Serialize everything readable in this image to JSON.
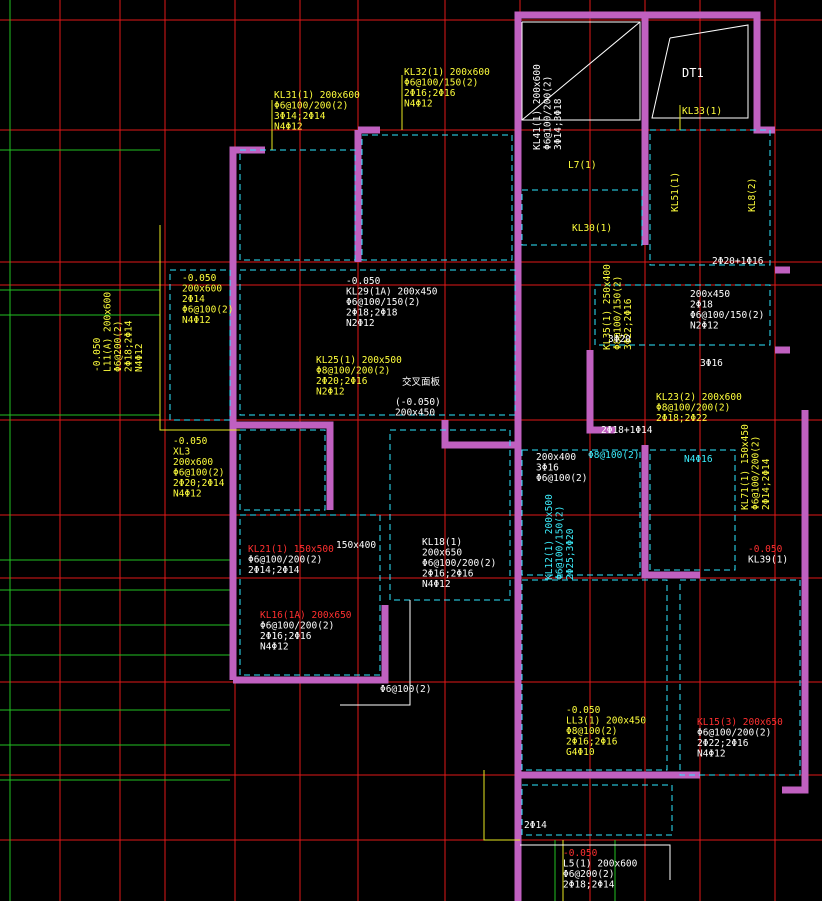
{
  "drawing": {
    "elevator_label": "DT1",
    "beams": [
      {
        "lines": [
          "KL32(1) 200x600",
          "Φ6@100/150(2)",
          "2Φ16;2Φ16",
          "N4Φ12"
        ]
      },
      {
        "lines": [
          "KL31(1) 200x600",
          "Φ6@100/200(2)",
          "3Φ14;2Φ14",
          "N4Φ12"
        ]
      },
      {
        "lines": [
          "KL41(1) 200x600",
          "Φ6@100/200(2)",
          "3Φ14;3Φ18"
        ]
      },
      {
        "lines": [
          "KL33(1)"
        ]
      },
      {
        "lines": [
          "L7(1)"
        ]
      },
      {
        "lines": [
          "KL51(1)"
        ]
      },
      {
        "lines": [
          "KL8(2)"
        ]
      },
      {
        "lines": [
          "KL30(1)"
        ]
      },
      {
        "lines": [
          "2Φ20+1Φ16"
        ]
      },
      {
        "lines": [
          "200x450",
          "2Φ18",
          "Φ6@100/150(2)",
          "N2Φ12"
        ]
      },
      {
        "lines": [
          "KL35(1) 250x400",
          "Φ8@100/150(2)",
          "3Φ22;2Φ16"
        ]
      },
      {
        "lines": [
          "-0.050",
          "200x600",
          "2Φ14",
          "Φ6@100(2)",
          "N4Φ12"
        ]
      },
      {
        "lines": [
          "-0.050",
          "KL29(1A) 200x450",
          "Φ6@100/150(2)",
          "2Φ18;2Φ18",
          "N2Φ12"
        ]
      },
      {
        "lines": [
          "-0.050",
          "L11(A) 200x600",
          "Φ6@200(2)",
          "2Φ18;2Φ14",
          "N4Φ12"
        ]
      },
      {
        "lines": [
          "KL25(1) 200x500",
          "Φ8@100/200(2)",
          "2Φ20;2Φ16",
          "N2Φ12"
        ]
      },
      {
        "lines": [
          "交叉面板"
        ]
      },
      {
        "lines": [
          "(-0.050)",
          "200x450"
        ]
      },
      {
        "lines": [
          "-0.050",
          "XL3",
          "200x600",
          "Φ6@100(2)",
          "2Φ20;2Φ14",
          "N4Φ12"
        ]
      },
      {
        "lines": [
          "KL23(2) 200x600",
          "Φ8@100/200(2)",
          "2Φ18;2Φ22"
        ]
      },
      {
        "lines": [
          "200x400",
          "3Φ16",
          "Φ6@100(2)"
        ]
      },
      {
        "lines": [
          "N4Φ16"
        ]
      },
      {
        "lines": [
          "KL71(1) 150x450",
          "Φ6@100/200(2)",
          "2Φ14;2Φ14"
        ]
      },
      {
        "lines": [
          "-0.050",
          "KL39(1)"
        ]
      },
      {
        "lines": [
          "KL21(1) 150x500",
          "Φ6@100/200(2)",
          "2Φ14;2Φ14"
        ]
      },
      {
        "lines": [
          "150x400"
        ]
      },
      {
        "lines": [
          "KL18(1)",
          "200x650",
          "Φ6@100/200(2)",
          "2Φ16;2Φ16",
          "N4Φ12"
        ]
      },
      {
        "lines": [
          "KL12(1) 200x500",
          "Φ6@100/150(2)",
          "2Φ25;3Φ20"
        ]
      },
      {
        "lines": [
          "KL16(1A) 200x650",
          "Φ6@100/200(2)",
          "2Φ16;2Φ16",
          "N4Φ12"
        ]
      },
      {
        "lines": [
          "Φ6@100(2)"
        ]
      },
      {
        "lines": [
          "-0.050",
          "LL3(1) 200x450",
          "Φ8@100(2)",
          "2Φ16;2Φ16",
          "G4Φ10"
        ]
      },
      {
        "lines": [
          "KL15(3) 200x650",
          "Φ6@100/200(2)",
          "2Φ22;2Φ16",
          "N4Φ12"
        ]
      },
      {
        "lines": [
          "-0.050",
          "L5(1) 200x600",
          "Φ6@200(2)",
          "2Φ18;2Φ14"
        ]
      },
      {
        "lines": [
          "2Φ14"
        ]
      },
      {
        "lines": [
          "2Φ18+1Φ14"
        ]
      },
      {
        "lines": [
          "3Φ16"
        ]
      },
      {
        "lines": [
          "3Φ20"
        ]
      },
      {
        "lines": [
          "Φ8@100(2)"
        ]
      }
    ]
  }
}
